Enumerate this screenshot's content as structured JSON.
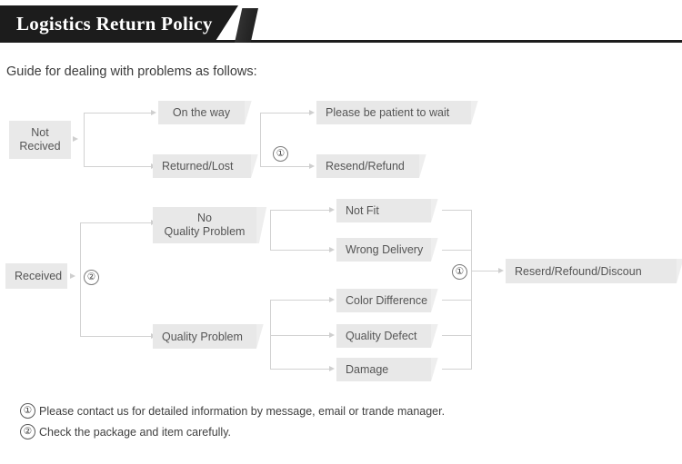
{
  "header": {
    "title": "Logistics Return Policy",
    "accent_color": "#1c1c1c"
  },
  "intro": {
    "text": "Guide for dealing with problems as follows:"
  },
  "flow": {
    "not_received": {
      "label": "Not\nRecived",
      "line1": "Not",
      "line2": "Recived"
    },
    "on_the_way": "On the way",
    "returned_lost": "Returned/Lost",
    "please_wait": "Please be patient to wait",
    "resend_refund": "Resend/Refund",
    "received": "Received",
    "no_quality_problem_line1": "No",
    "no_quality_problem_line2": "Quality Problem",
    "quality_problem": "Quality Problem",
    "not_fit": "Not Fit",
    "wrong_delivery": "Wrong Delivery",
    "color_difference": "Color Difference",
    "quality_defect": "Quality Defect",
    "damage": "Damage",
    "final_outcome": "Reserd/Refound/Discoun",
    "marker_one": "①",
    "marker_two": "②"
  },
  "notes": [
    {
      "marker": "①",
      "text": "Please contact us for detailed information by message, email or trande manager."
    },
    {
      "marker": "②",
      "text": "Check the package and item carefully."
    }
  ],
  "colors": {
    "box_fill": "#e8e8e8",
    "box_shadow": "#eeeeee",
    "connector": "#d2d2d2",
    "text": "#555555",
    "header_bg": "#1c1c1c"
  }
}
